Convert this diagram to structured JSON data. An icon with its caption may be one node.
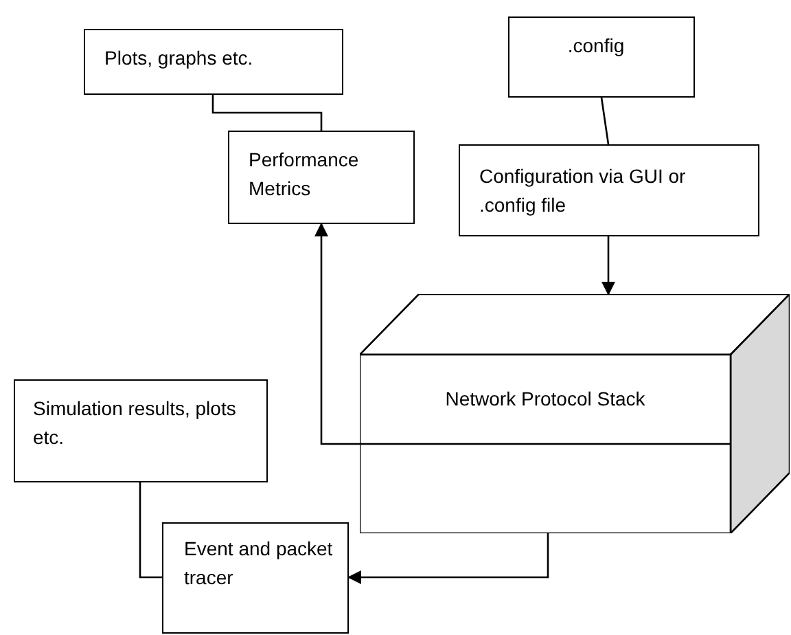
{
  "diagram": {
    "nodes": [
      {
        "text": [
          "Plots, graphs etc."
        ]
      },
      {
        "text": [
          ".config"
        ]
      },
      {
        "text": [
          "Performance Metrics"
        ]
      },
      {
        "text": [
          "Configuration via GUI or .config file"
        ]
      },
      {
        "text": [
          "Network Protocol Stack"
        ]
      },
      {
        "text": [
          "Simulation results, plots etc."
        ]
      },
      {
        "text": [
          "Event and packet tracer"
        ]
      }
    ],
    "edges": [
      {
        "from": 0,
        "to": 2,
        "arrow": "none"
      },
      {
        "from": 1,
        "to": 3,
        "arrow": "none"
      },
      {
        "from": 3,
        "to": 4,
        "arrow": "to"
      },
      {
        "from": 4,
        "to": 2,
        "arrow": "to"
      },
      {
        "from": 4,
        "to": 6,
        "arrow": "to"
      },
      {
        "from": 5,
        "to": 6,
        "arrow": "none"
      }
    ]
  }
}
